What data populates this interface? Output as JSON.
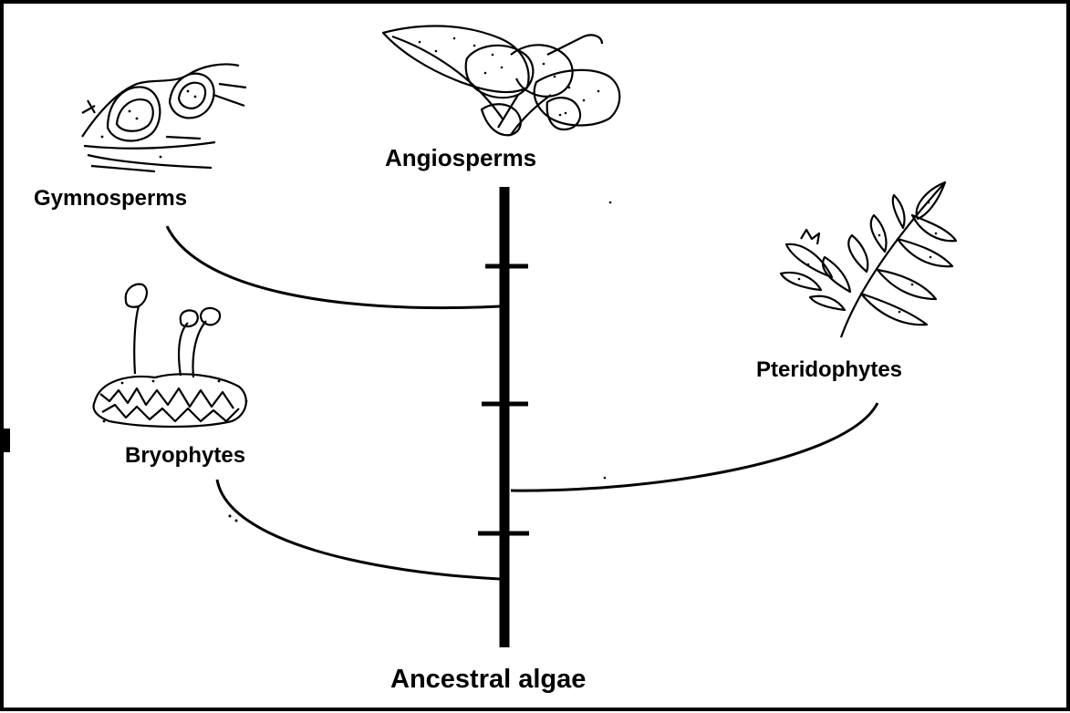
{
  "diagram": {
    "root_label": "Ancestral algae",
    "groups": [
      {
        "key": "angiosperms",
        "label": "Angiosperms",
        "illustration": "flowering-plant-icon"
      },
      {
        "key": "gymnosperms",
        "label": "Gymnosperms",
        "illustration": "conifer-branch-icon"
      },
      {
        "key": "pteridophytes",
        "label": "Pteridophytes",
        "illustration": "fern-frond-icon"
      },
      {
        "key": "bryophytes",
        "label": "Bryophytes",
        "illustration": "moss-icon"
      }
    ],
    "colors": {
      "line": "#000000",
      "background": "#ffffff",
      "border": "#000000"
    }
  }
}
